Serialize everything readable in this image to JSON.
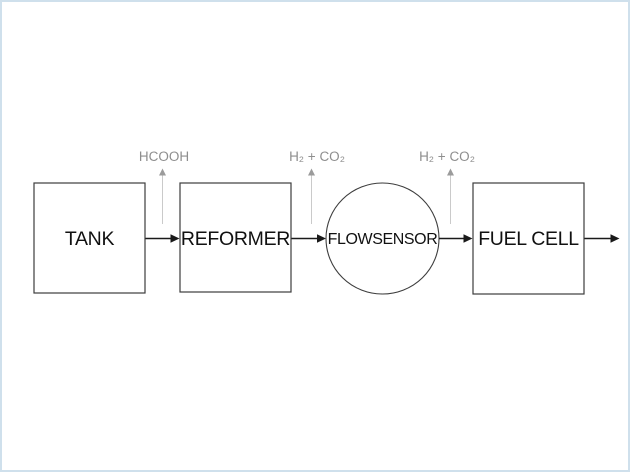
{
  "diagram": {
    "type": "process-flow",
    "nodes": [
      {
        "id": "tank",
        "label": "TANK",
        "shape": "rect"
      },
      {
        "id": "reformer",
        "label": "REFORMER",
        "shape": "rect"
      },
      {
        "id": "flowsensor",
        "label": "FLOWSENSOR",
        "shape": "circle"
      },
      {
        "id": "fuel-cell",
        "label": "FUEL CELL",
        "shape": "rect"
      }
    ],
    "streams": [
      {
        "id": "hcooh",
        "label": "HCOOH",
        "between": "tank-reformer"
      },
      {
        "id": "h2-co2-1",
        "label": "H₂ + CO₂",
        "between": "reformer-flowsensor"
      },
      {
        "id": "h2-co2-2",
        "label": "H₂ + CO₂",
        "between": "flowsensor-fuel-cell"
      }
    ],
    "colors": {
      "background": "#ffffff",
      "page_border": "#cfe0ec",
      "node_border": "#3d3d3d",
      "node_fill": "#ffffff",
      "node_label": "#111111",
      "flow_arrow": "#1a1a1a",
      "stream_label": "#8e8e8e",
      "stream_arrow_line": "#cacaca",
      "stream_arrow_head": "#9b9b9b"
    }
  }
}
